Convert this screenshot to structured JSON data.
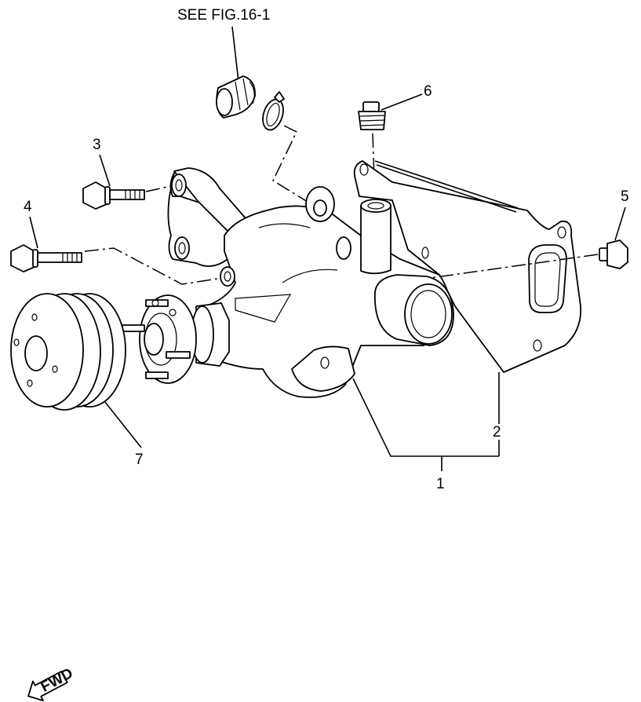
{
  "reference_note": "SEE FIG.16-1",
  "callouts": {
    "c1": "1",
    "c2": "2",
    "c3": "3",
    "c4": "4",
    "c5": "5",
    "c6": "6",
    "c7": "7"
  },
  "fwd_mark": "FWD"
}
